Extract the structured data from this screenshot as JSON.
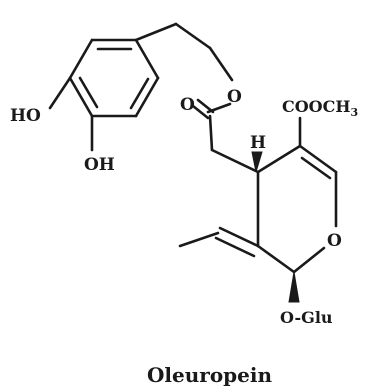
{
  "molecule": {
    "name": "Oleuropein",
    "labels": {
      "ho": "HO",
      "oh": "OH",
      "ester_o_carbonyl": "O",
      "ester_o_link": "O",
      "hydrogen": "H",
      "methyl_ester": "COOCH",
      "methyl_ester_subscript": "3",
      "ring_oxygen": "O",
      "glycoside": "O-Glu"
    }
  },
  "colors": {
    "ink": "#1a1a1a",
    "background": "#ffffff"
  }
}
